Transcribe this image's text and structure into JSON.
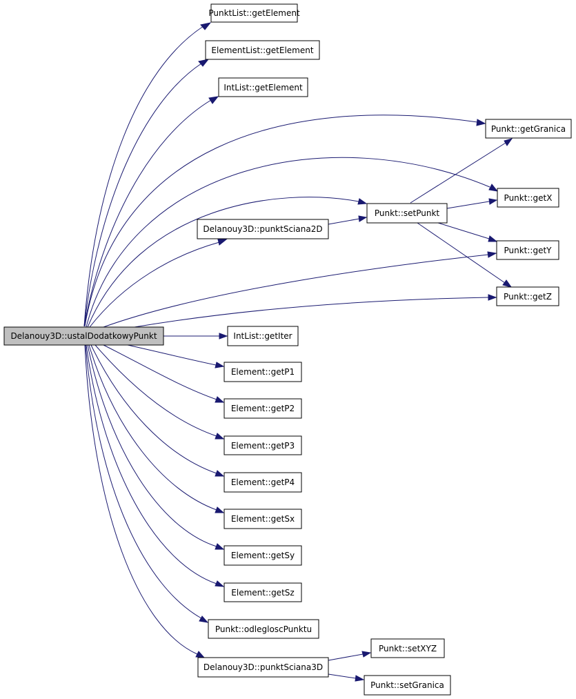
{
  "colors": {
    "edge": "#191970",
    "root_fill": "#bfbfbf",
    "node_fill": "#ffffff",
    "node_border": "#000000"
  },
  "nodes": {
    "ustal": "Delanouy3D::ustalDodatkowyPunkt",
    "punktlist_get": "PunktList::getElement",
    "elementlist_get": "ElementList::getElement",
    "intlist_get": "IntList::getElement",
    "get_granica": "Punkt::getGranica",
    "get_x": "Punkt::getX",
    "set_punkt": "Punkt::setPunkt",
    "sciana2d": "Delanouy3D::punktSciana2D",
    "get_y": "Punkt::getY",
    "get_z": "Punkt::getZ",
    "intlist_iter": "IntList::getIter",
    "get_p1": "Element::getP1",
    "get_p2": "Element::getP2",
    "get_p3": "Element::getP3",
    "get_p4": "Element::getP4",
    "get_sx": "Element::getSx",
    "get_sy": "Element::getSy",
    "get_sz": "Element::getSz",
    "odleglosc": "Punkt::odlegloscPunktu",
    "sciana3d": "Delanouy3D::punktSciana3D",
    "set_xyz": "Punkt::setXYZ",
    "set_granica": "Punkt::setGranica"
  }
}
